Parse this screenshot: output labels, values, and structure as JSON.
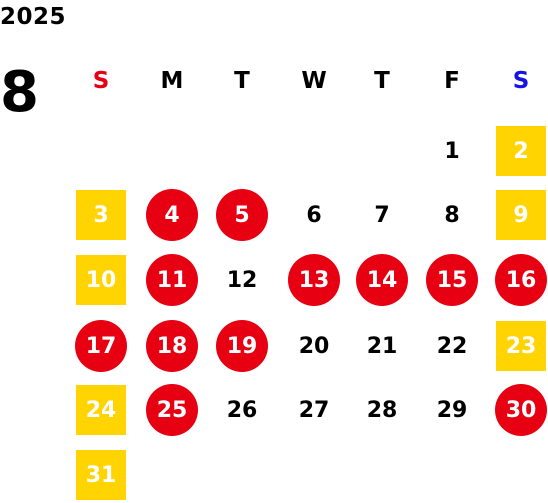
{
  "calendar": {
    "year": "2025",
    "month": "8",
    "weekdays": [
      {
        "label": "S",
        "color": "#e60012"
      },
      {
        "label": "M",
        "color": "#000000"
      },
      {
        "label": "T",
        "color": "#000000"
      },
      {
        "label": "W",
        "color": "#000000"
      },
      {
        "label": "T",
        "color": "#000000"
      },
      {
        "label": "F",
        "color": "#000000"
      },
      {
        "label": "S",
        "color": "#1414e6"
      }
    ],
    "colors": {
      "holiday_circle": "#e60012",
      "weekend_square": "#ffd400",
      "plain_text": "#000000",
      "marked_text": "#ffffff"
    },
    "days": [
      {
        "day": "1",
        "style": "plain"
      },
      {
        "day": "2",
        "style": "weekend"
      },
      {
        "day": "3",
        "style": "weekend"
      },
      {
        "day": "4",
        "style": "holiday"
      },
      {
        "day": "5",
        "style": "holiday"
      },
      {
        "day": "6",
        "style": "plain"
      },
      {
        "day": "7",
        "style": "plain"
      },
      {
        "day": "8",
        "style": "plain"
      },
      {
        "day": "9",
        "style": "weekend"
      },
      {
        "day": "10",
        "style": "weekend"
      },
      {
        "day": "11",
        "style": "holiday"
      },
      {
        "day": "12",
        "style": "plain"
      },
      {
        "day": "13",
        "style": "holiday"
      },
      {
        "day": "14",
        "style": "holiday"
      },
      {
        "day": "15",
        "style": "holiday"
      },
      {
        "day": "16",
        "style": "holiday"
      },
      {
        "day": "17",
        "style": "holiday"
      },
      {
        "day": "18",
        "style": "holiday"
      },
      {
        "day": "19",
        "style": "holiday"
      },
      {
        "day": "20",
        "style": "plain"
      },
      {
        "day": "21",
        "style": "plain"
      },
      {
        "day": "22",
        "style": "plain"
      },
      {
        "day": "23",
        "style": "weekend"
      },
      {
        "day": "24",
        "style": "weekend"
      },
      {
        "day": "25",
        "style": "holiday"
      },
      {
        "day": "26",
        "style": "plain"
      },
      {
        "day": "27",
        "style": "plain"
      },
      {
        "day": "28",
        "style": "plain"
      },
      {
        "day": "29",
        "style": "plain"
      },
      {
        "day": "30",
        "style": "holiday"
      },
      {
        "day": "31",
        "style": "weekend"
      }
    ]
  }
}
